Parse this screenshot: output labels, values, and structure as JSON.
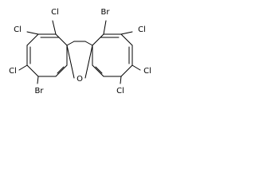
{
  "molecule": {
    "atoms": {
      "br_top_right": "Br",
      "cl_top_right_ring_1": "Cl",
      "cl_top_right_ring_2": "Cl",
      "cl_top_right_ring_3": "Cl",
      "cl_top_left": "Cl",
      "cl_left_1": "Cl",
      "cl_left_2": "Cl",
      "br_bottom_left": "Br",
      "oxygen": "O"
    }
  }
}
